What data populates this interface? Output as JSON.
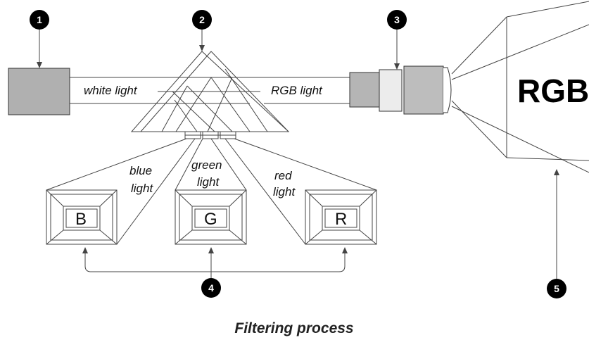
{
  "callouts": {
    "c1": "1",
    "c2": "2",
    "c3": "3",
    "c4": "4",
    "c5": "5"
  },
  "labels": {
    "white_light": "white light",
    "rgb_light": "RGB light",
    "blue_line1": "blue",
    "blue_line2": "light",
    "green_line1": "green",
    "green_line2": "light",
    "red_line1": "red",
    "red_line2": "light"
  },
  "panels": {
    "b": "B",
    "g": "G",
    "r": "R"
  },
  "screen_text": "RGB",
  "caption": "Filtering process",
  "colors": {
    "lamp_fill": "#b0b0b0",
    "lens_fill": "#bdbdbd",
    "lens_light_fill": "#ececec",
    "callout_fill": "#000000"
  }
}
